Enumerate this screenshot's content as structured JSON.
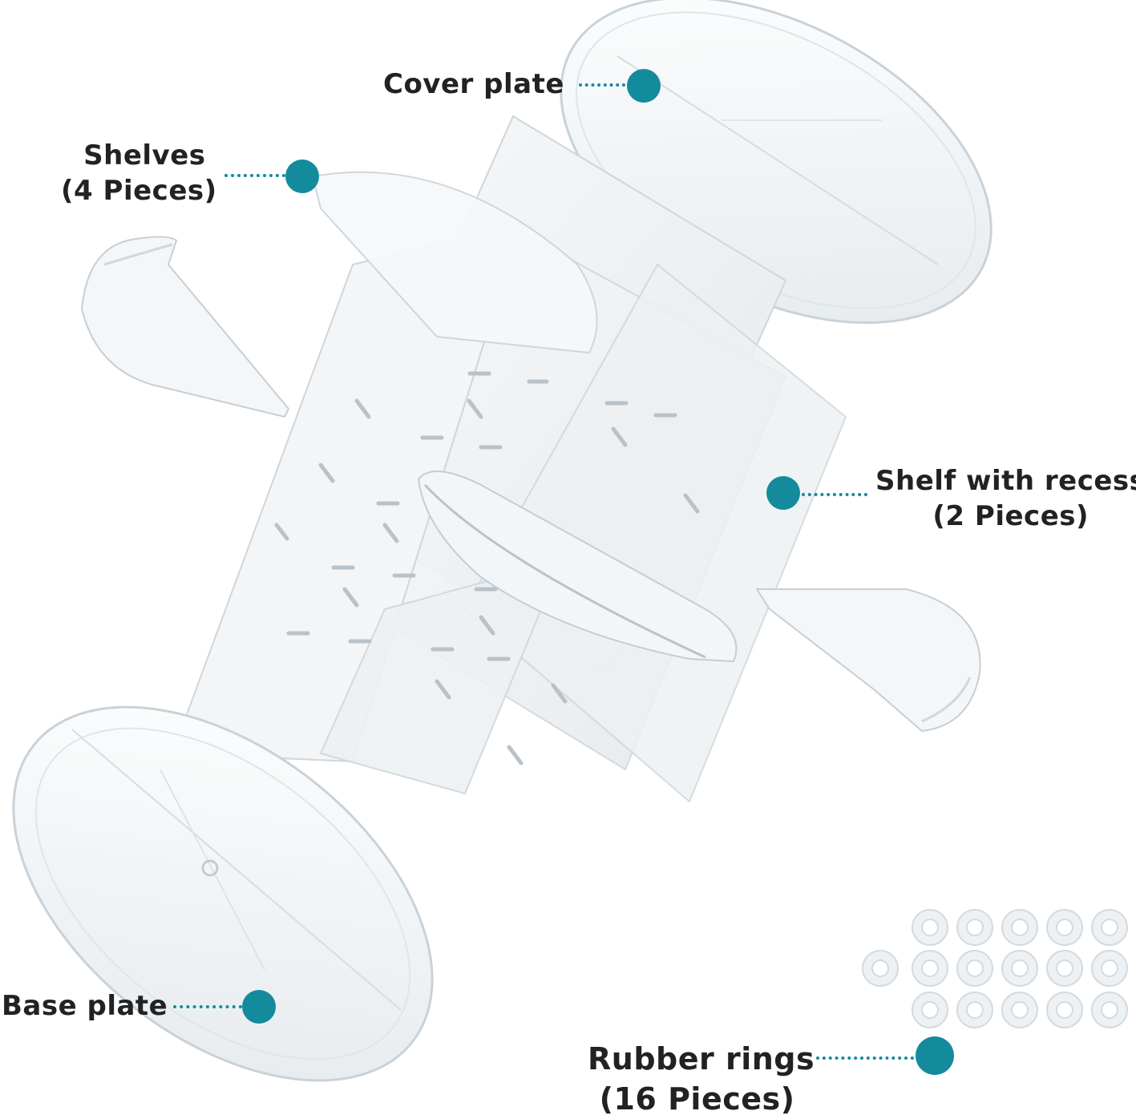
{
  "colors": {
    "accent": "#138b9c",
    "text": "#222222",
    "acrylic_edge": "#c9d2d8"
  },
  "labels": {
    "cover_plate": {
      "line1": "Cover plate"
    },
    "shelves": {
      "line1": "Shelves",
      "line2": "(4 Pieces)"
    },
    "shelf_with_recess": {
      "line1": "Shelf with recess",
      "line2": "(2 Pieces)"
    },
    "base_plate": {
      "line1": "Base plate"
    },
    "rubber_rings": {
      "line1": "Rubber rings",
      "line2": "(16 Pieces)"
    }
  },
  "rubber_rings_count": 16
}
